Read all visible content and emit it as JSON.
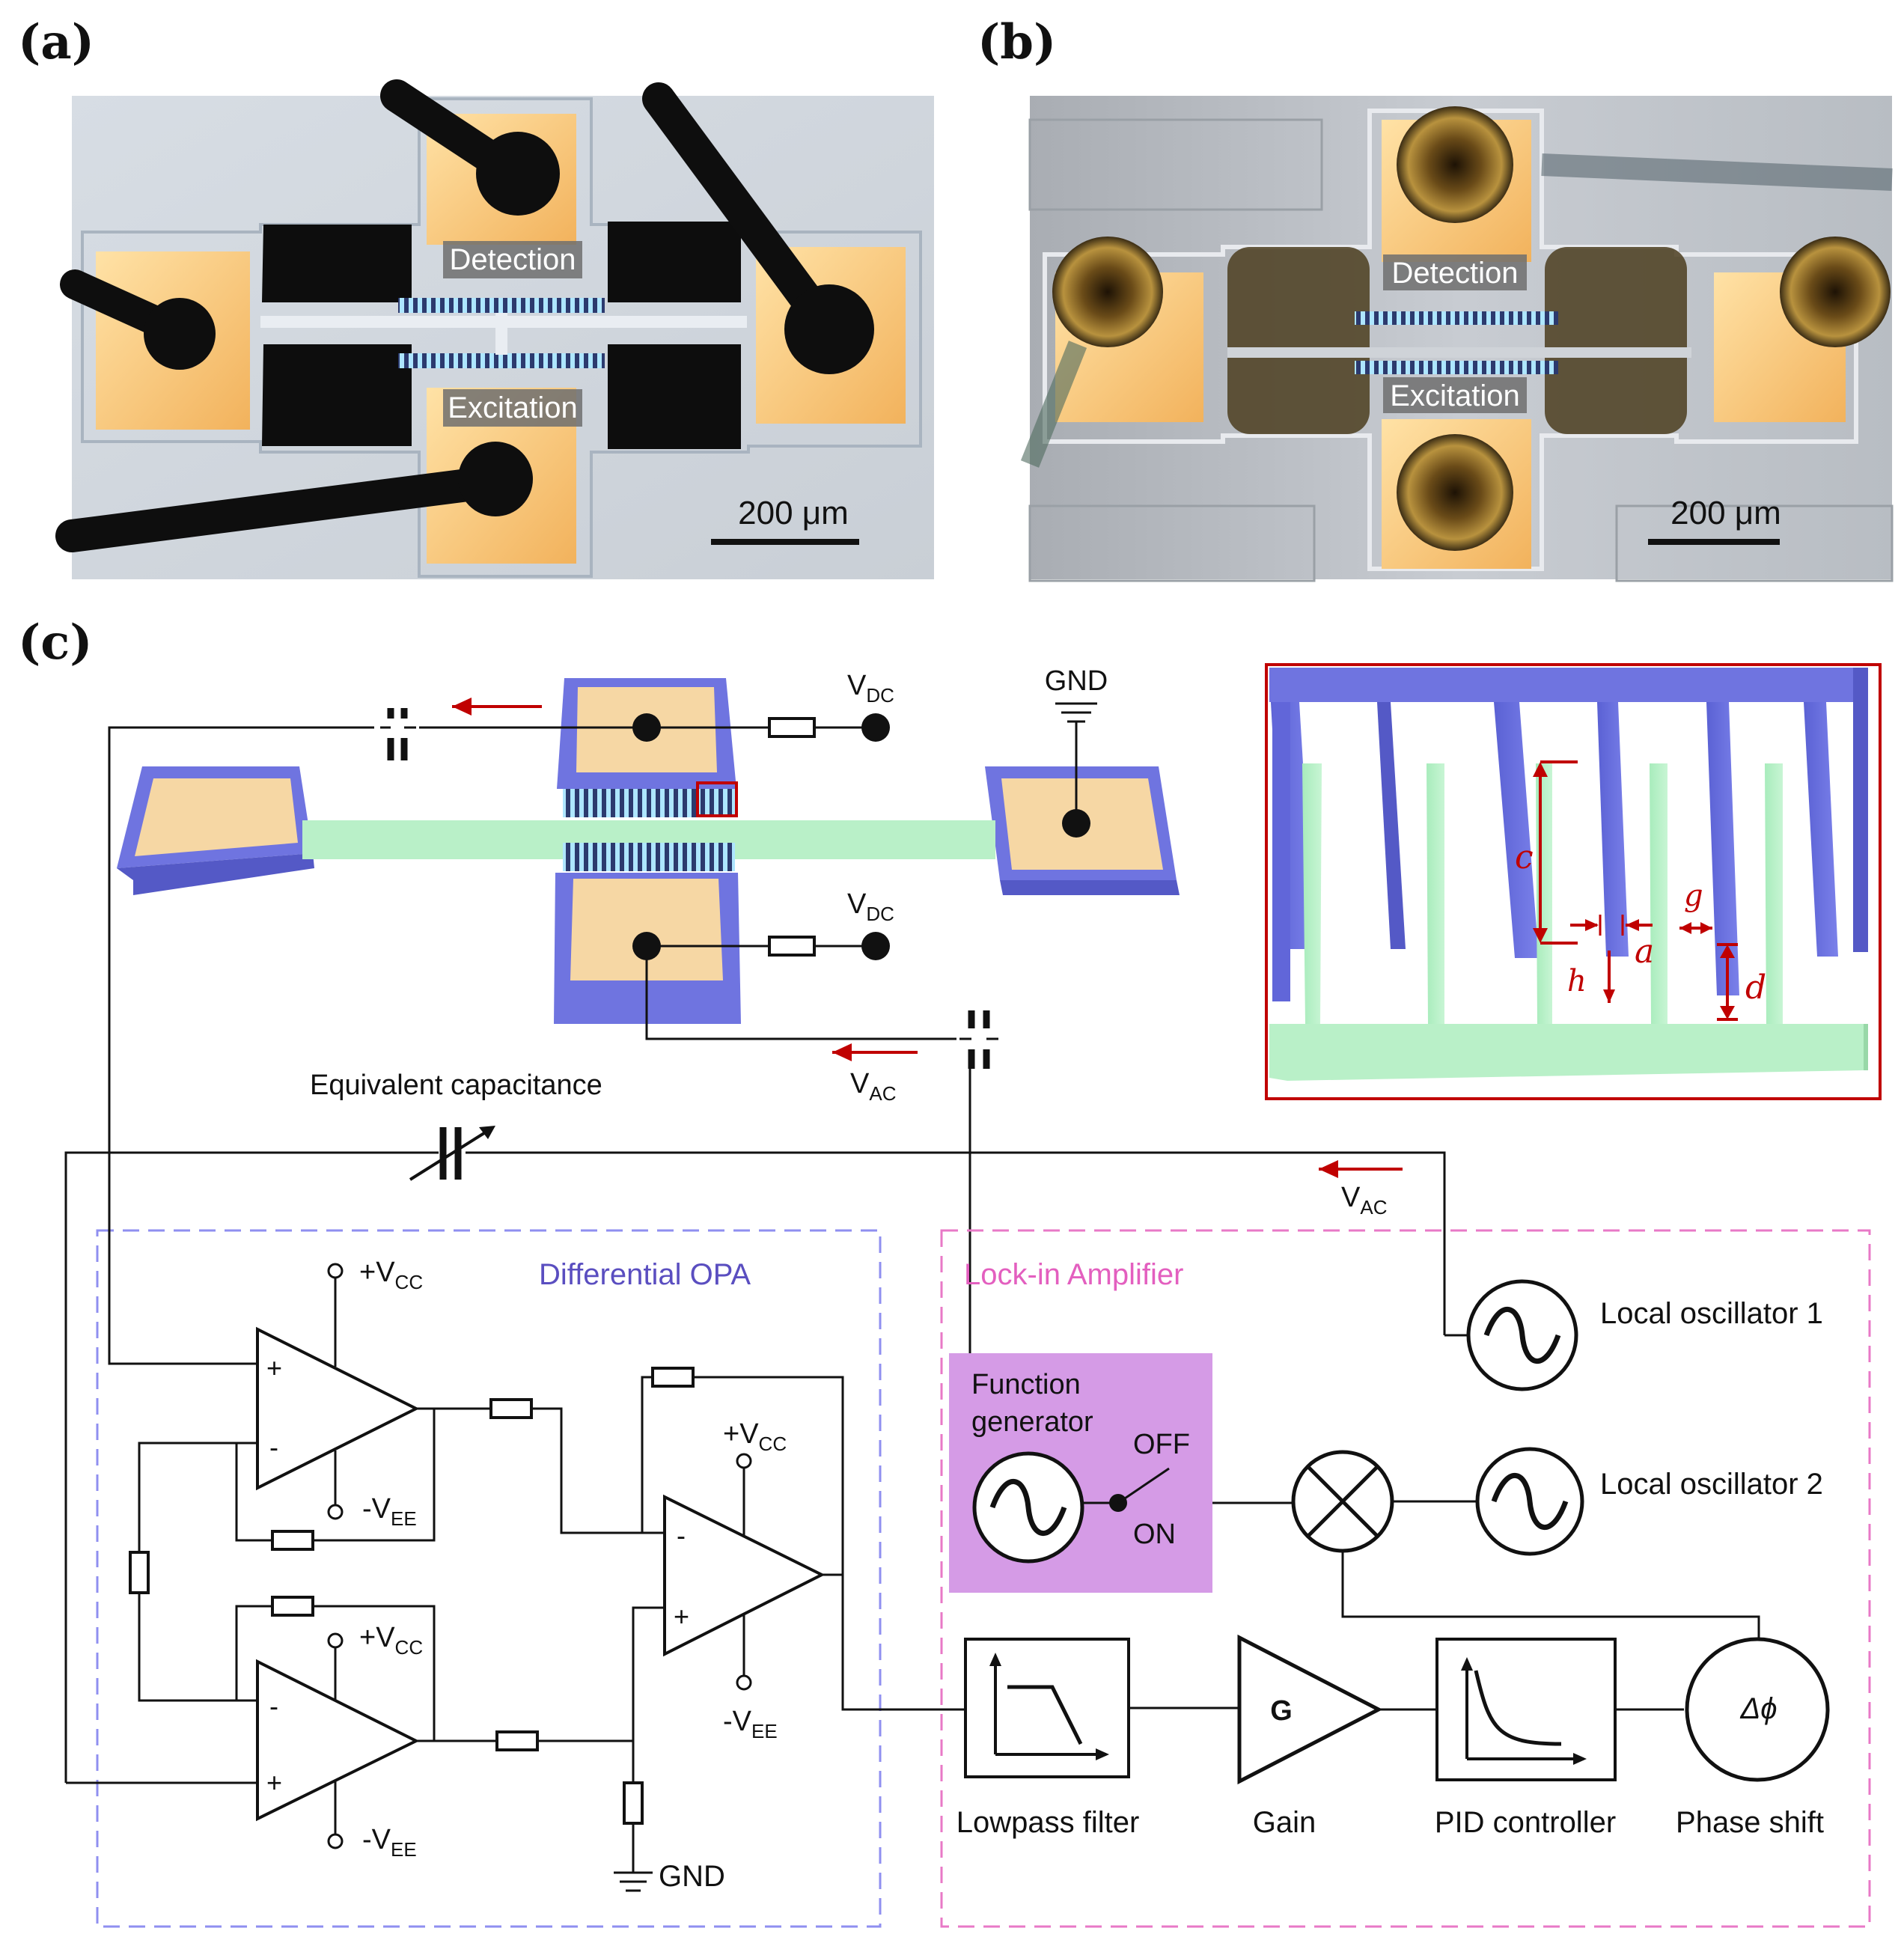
{
  "panels": {
    "a": "(a)",
    "b": "(b)",
    "c": "(c)"
  },
  "photo_a": {
    "detection": "Detection",
    "excitation": "Excitation",
    "scale": "200 μm"
  },
  "photo_b": {
    "detection": "Detection",
    "excitation": "Excitation",
    "scale": "200 μm"
  },
  "device": {
    "vdc_top": {
      "main": "V",
      "sub": "DC"
    },
    "vdc_bottom": {
      "main": "V",
      "sub": "DC"
    },
    "gnd_top": "GND",
    "vac_mid": {
      "main": "V",
      "sub": "AC"
    },
    "equivalent_capacitance": "Equivalent capacitance",
    "vac_right": {
      "main": "V",
      "sub": "AC"
    }
  },
  "inset": {
    "c": "c",
    "a": "a",
    "g": "g",
    "h": "h",
    "d": "d"
  },
  "opa": {
    "title": "Differential OPA",
    "vcc1": {
      "main": "+V",
      "sub": "CC"
    },
    "vee1": {
      "main": "-V",
      "sub": "EE"
    },
    "vcc2": {
      "main": "+V",
      "sub": "CC"
    },
    "vee2": {
      "main": "-V",
      "sub": "EE"
    },
    "vcc3": {
      "main": "+V",
      "sub": "CC"
    },
    "vee3": {
      "main": "-V",
      "sub": "EE"
    },
    "plus": "+",
    "minus": "-",
    "gnd": "GND"
  },
  "lockin": {
    "title": "Lock-in Amplifier",
    "function_generator_line1": "Function",
    "function_generator_line2": "generator",
    "off": "OFF",
    "on": "ON",
    "local_osc_1": "Local oscillator 1",
    "local_osc_2": "Local oscillator 2",
    "lowpass": "Lowpass filter",
    "gain": "Gain",
    "gain_symbol": "G",
    "pid": "PID controller",
    "phase": "Phase shift",
    "phase_symbol": "Δϕ"
  },
  "colors": {
    "blue_frame": "#6f74e0",
    "gold_pad": "#f6d7a4",
    "green_beam": "#b9f0c8",
    "function_gen": "#d59be6",
    "inset_border": "#c00000"
  }
}
